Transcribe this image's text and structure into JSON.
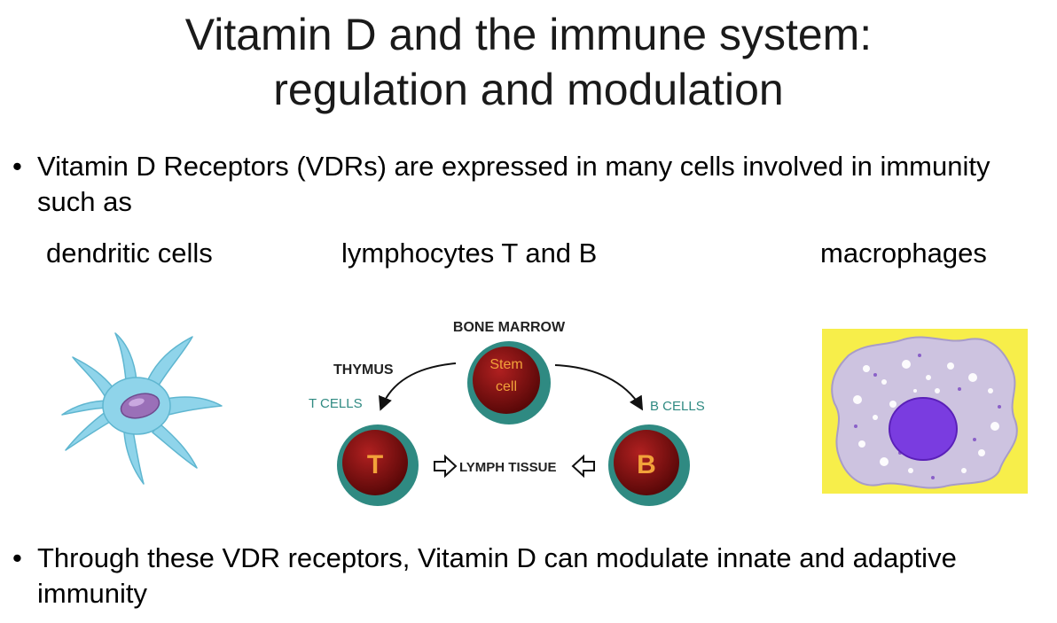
{
  "title": {
    "line1": "Vitamin D and the immune system:",
    "line2": "regulation and modulation"
  },
  "bullets": [
    "Vitamin D Receptors (VDRs) are expressed in many cells involved in immunity such as",
    "Through these VDR receptors, Vitamin D can modulate innate and adaptive immunity"
  ],
  "bullet_glyph": "•",
  "cell_labels": {
    "dendritic": "dendritic cells",
    "lymphocytes": "lymphocytes T and B",
    "macrophages": "macrophages"
  },
  "lymph_diagram": {
    "bone_marrow": "BONE MARROW",
    "stem_line1": "Stem",
    "stem_line2": "cell",
    "thymus": "THYMUS",
    "t_cells": "T CELLS",
    "b_cells": "B CELLS",
    "t_letter": "T",
    "b_letter": "B",
    "lymph_tissue": "LYMPH TISSUE"
  },
  "colors": {
    "cell_ring": "#2f8a82",
    "cell_core": "#7a1010",
    "cell_letter": "#f2a23a",
    "teal_label": "#2f8a82",
    "dendritic_body": "#8fd4ea",
    "dendritic_nucleus": "#9a70b8",
    "macro_bg": "#f7ee4a",
    "macro_body": "#cdc3e0",
    "macro_nucleus": "#7a3ce0"
  }
}
